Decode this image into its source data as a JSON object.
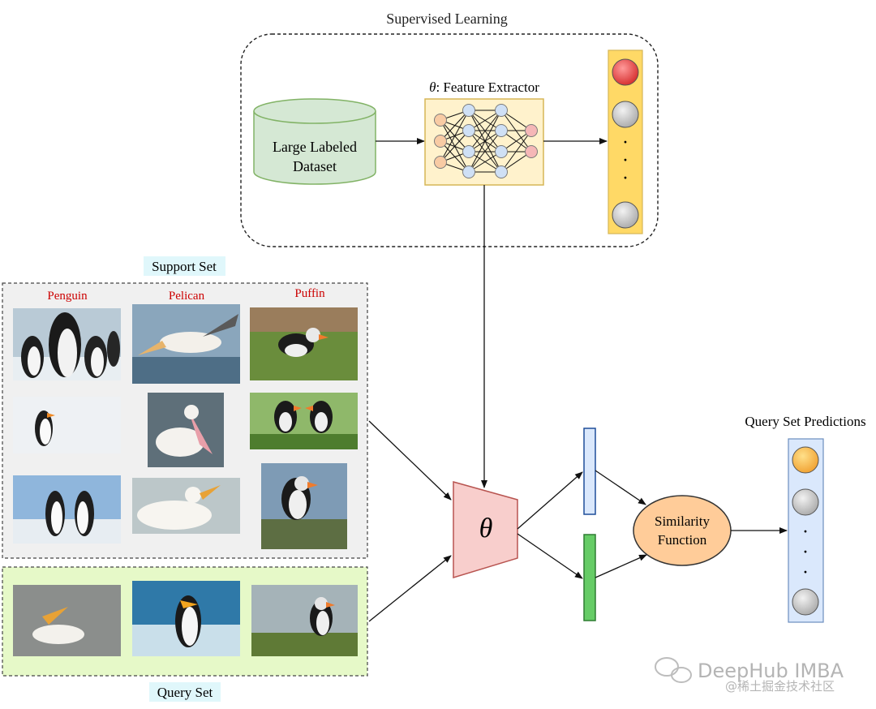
{
  "supervised": {
    "title": "Supervised Learning",
    "dataset_label_line1": "Large Labeled",
    "dataset_label_line2": "Dataset",
    "extractor_symbol": "θ",
    "extractor_label": ": Feature Extractor",
    "output_dots": [
      "·",
      "·",
      "·"
    ]
  },
  "support": {
    "title": "Support Set",
    "classes": [
      "Penguin",
      "Pelican",
      "Puffin"
    ]
  },
  "query": {
    "title": "Query Set"
  },
  "model": {
    "theta": "θ"
  },
  "similarity": {
    "line1": "Similarity",
    "line2": "Function"
  },
  "predictions": {
    "title": "Query Set Predictions",
    "dots": [
      "·",
      "·",
      "·"
    ]
  },
  "watermark": {
    "line1": "DeepHub IMBA",
    "line2": "@稀土掘金技术社区"
  },
  "colors": {
    "support_set_label_bg": "#e0f7fb",
    "query_set_label_bg": "#e0f7fb",
    "dataset_fill": "#d5e8d4",
    "dataset_stroke": "#82b366",
    "extractor_fill": "#fff2cc",
    "extractor_stroke": "#d6b656",
    "output_column_fill": "#ffd966",
    "theta_fill": "#f8cecc",
    "theta_stroke": "#b85450",
    "query_box_fill": "#e6f9c8",
    "support_box_fill": "#f0f0f0",
    "similarity_fill": "#ffcc99",
    "prediction_column_fill": "#dae8fc",
    "class_label_color": "#cc0000",
    "red_node": "#e53935",
    "orange_node": "#f5b342",
    "gray_node": "#c8c8c8"
  }
}
